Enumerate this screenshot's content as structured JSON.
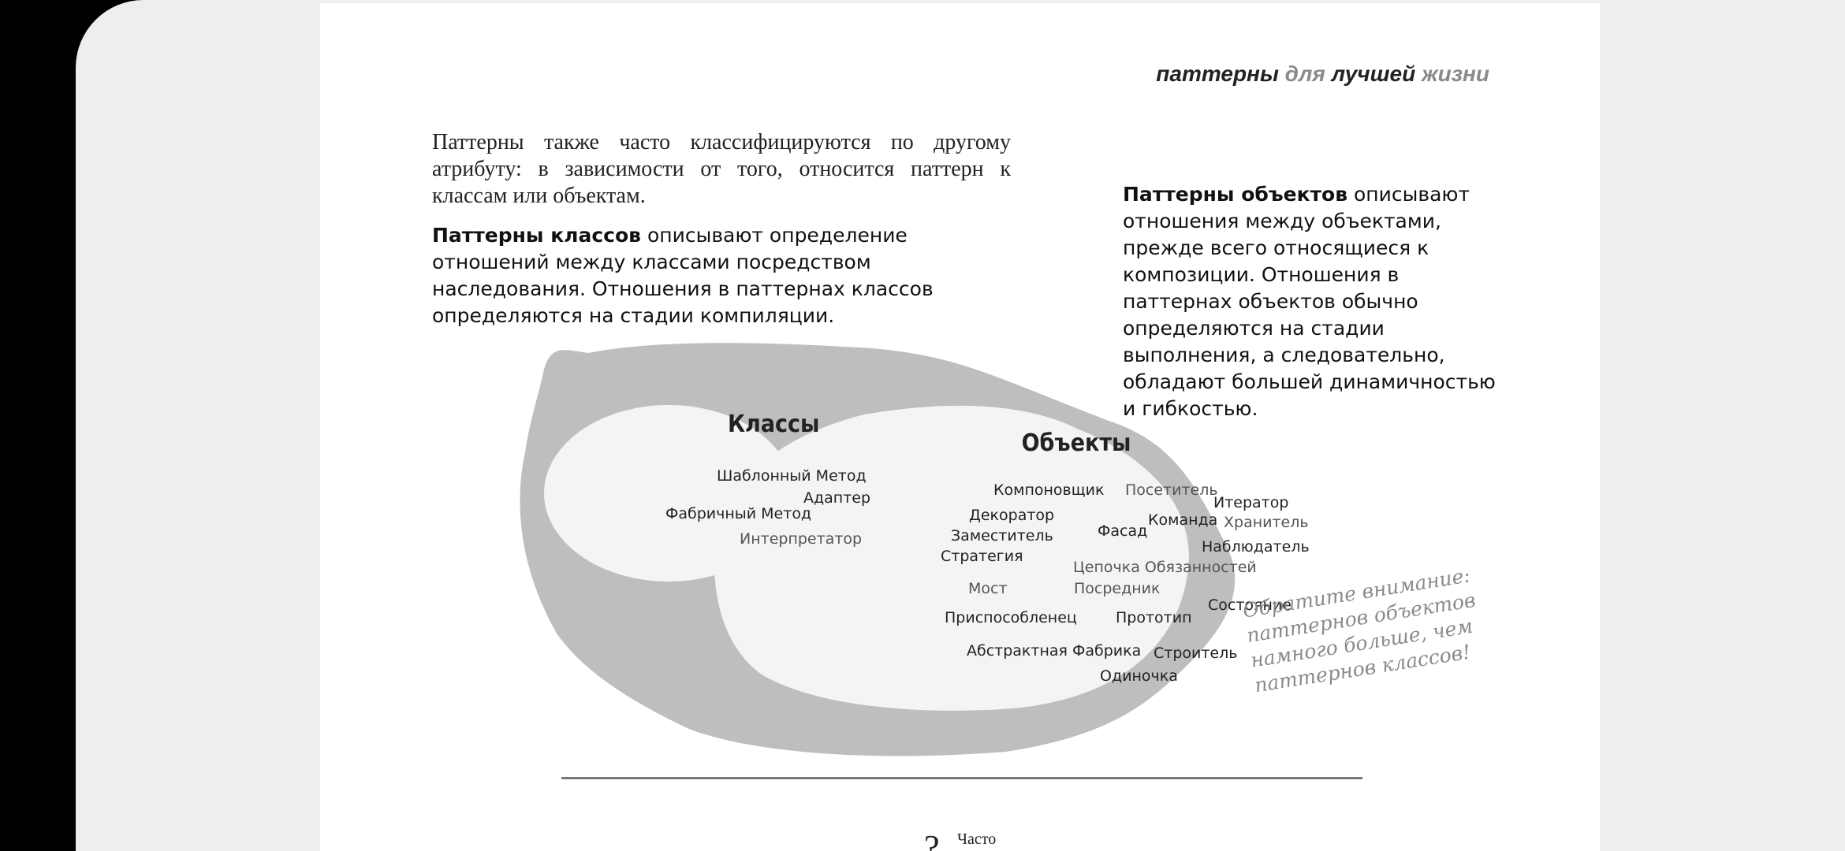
{
  "header": {
    "w1": "паттерны",
    "w2": "для",
    "w3": "лучшей",
    "w4": "жизни"
  },
  "intro": "Паттерны также часто классифицируются по другому атрибуту: в зависимости от того, относится паттерн к классам или объектам.",
  "classes_para": {
    "bold": "Паттерны классов",
    "text": " описывают определение отношений между классами посредством наследования. Отношения в паттернах классов определяются на стадии компиляции."
  },
  "objects_para": {
    "bold": "Паттерны объектов",
    "text": " описывают отношения между объектами, прежде всего относящиеся к композиции. Отношения в паттернах объектов обычно определяются на стадии выполнения, а следовательно, обладают большей динамичностью и гибкостью."
  },
  "diagram": {
    "classes_title": "Классы",
    "objects_title": "Объекты",
    "class_patterns": [
      "Шаблонный Метод",
      "Адаптер",
      "Фабричный Метод",
      "Интерпретатор"
    ],
    "object_patterns": [
      "Компоновщик",
      "Посетитель",
      "Итератор",
      "Декоратор",
      "Команда",
      "Хранитель",
      "Фасад",
      "Заместитель",
      "Наблюдатель",
      "Стратегия",
      "Цепочка Обязанностей",
      "Мост",
      "Посредник",
      "Состояние",
      "Приспособленец",
      "Прототип",
      "Абстрактная Фабрика",
      "Строитель",
      "Одиночка"
    ]
  },
  "note": [
    "Обратите внимание:",
    "паттернов объектов",
    "намного больше, чем",
    "паттернов классов!"
  ],
  "bottom": {
    "char": "?",
    "word": "Часто"
  }
}
